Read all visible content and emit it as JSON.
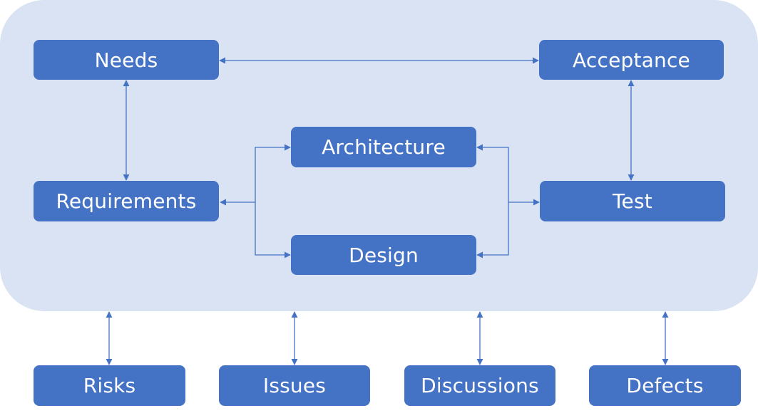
{
  "colors": {
    "panel": "#dae3f3",
    "box": "#4472c4",
    "box_text": "#ffffff",
    "connector": "#4472c4"
  },
  "nodes": {
    "needs": "Needs",
    "acceptance": "Acceptance",
    "architecture": "Architecture",
    "requirements": "Requirements",
    "test": "Test",
    "design": "Design",
    "risks": "Risks",
    "issues": "Issues",
    "discussions": "Discussions",
    "defects": "Defects"
  }
}
